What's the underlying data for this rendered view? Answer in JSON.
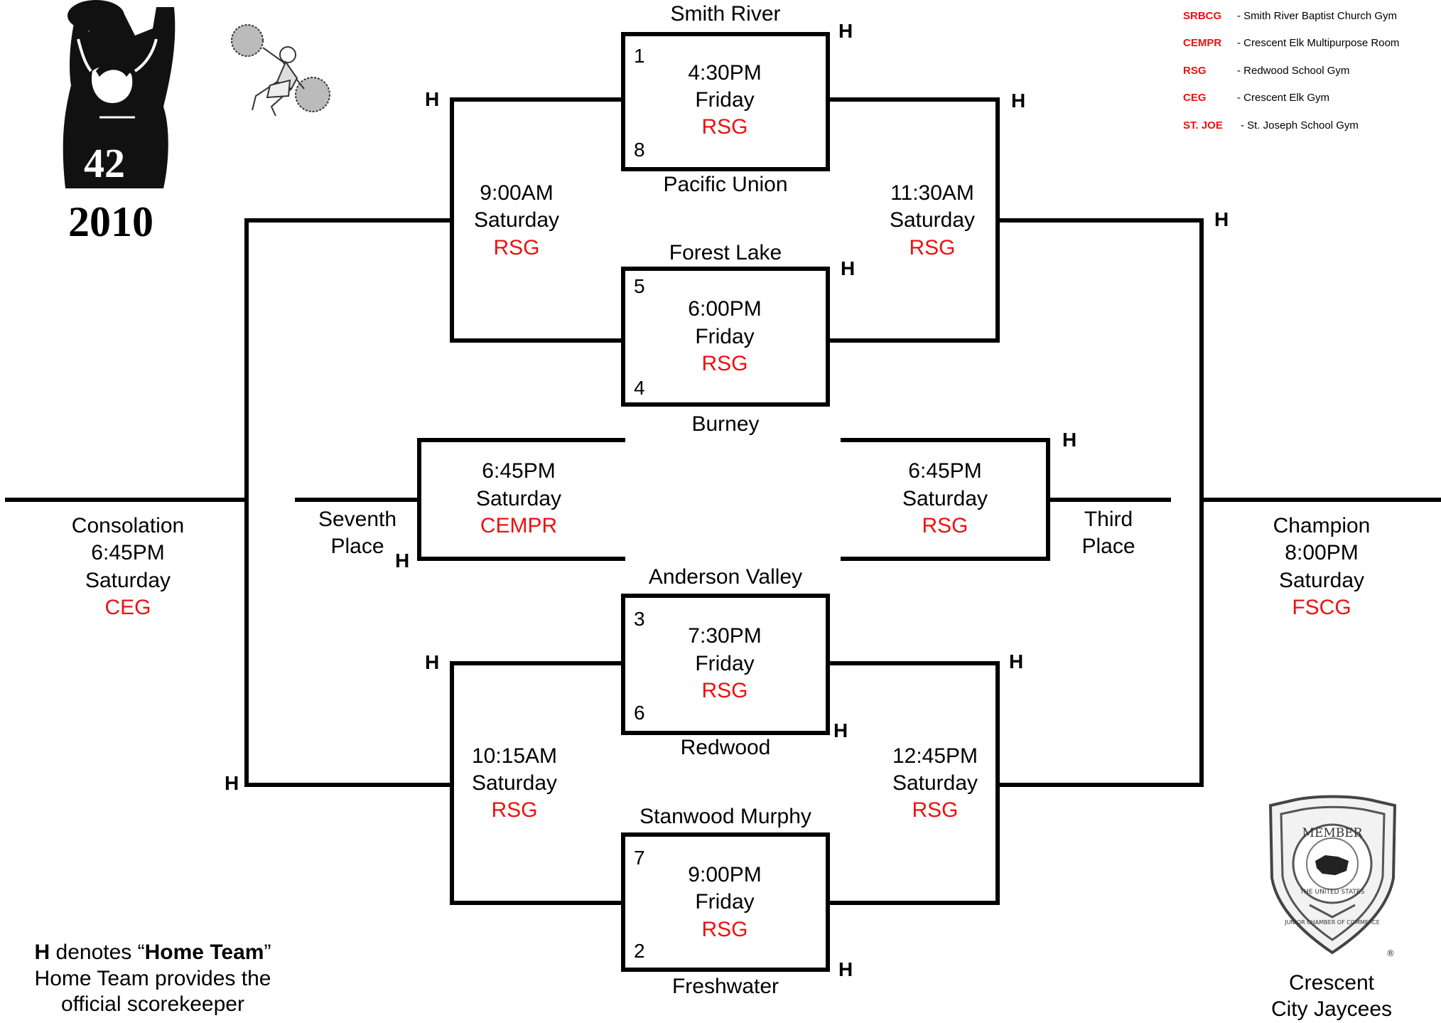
{
  "logo": {
    "number": "42",
    "year": "2010"
  },
  "games": {
    "g1": {
      "top_team": "Smith River",
      "bottom_team": "Pacific Union",
      "top_seed": "1",
      "bottom_seed": "8",
      "time": "4:30PM",
      "day": "Friday",
      "venue": "RSG"
    },
    "g2": {
      "top_team": "Forest Lake",
      "bottom_team": "Burney",
      "top_seed": "5",
      "bottom_seed": "4",
      "time": "6:00PM",
      "day": "Friday",
      "venue": "RSG"
    },
    "g3": {
      "top_team": "Anderson Valley",
      "bottom_team": "Redwood",
      "top_seed": "3",
      "bottom_seed": "6",
      "time": "7:30PM",
      "day": "Friday",
      "venue": "RSG"
    },
    "g4": {
      "top_team": "Stanwood Murphy",
      "bottom_team": "Freshwater",
      "top_seed": "7",
      "bottom_seed": "2",
      "time": "9:00PM",
      "day": "Friday",
      "venue": "RSG"
    },
    "cl1": {
      "time": "9:00AM",
      "day": "Saturday",
      "venue": "RSG"
    },
    "cl2": {
      "time": "10:15AM",
      "day": "Saturday",
      "venue": "RSG"
    },
    "semi1": {
      "time": "11:30AM",
      "day": "Saturday",
      "venue": "RSG"
    },
    "semi2": {
      "time": "12:45PM",
      "day": "Saturday",
      "venue": "RSG"
    },
    "seventh": {
      "time": "6:45PM",
      "day": "Saturday",
      "venue": "CEMPR",
      "label1": "Seventh",
      "label2": "Place"
    },
    "third": {
      "time": "6:45PM",
      "day": "Saturday",
      "venue": "RSG",
      "label1": "Third",
      "label2": "Place"
    },
    "consolation": {
      "label": "Consolation",
      "time": "6:45PM",
      "day": "Saturday",
      "venue": "CEG"
    },
    "champion": {
      "label": "Champion",
      "time": "8:00PM",
      "day": "Saturday",
      "venue": "FSCG"
    }
  },
  "home_marker": "H",
  "legend": [
    {
      "code": "SRBCG",
      "desc": "- Smith River Baptist Church Gym"
    },
    {
      "code": "CEMPR",
      "desc": "- Crescent Elk Multipurpose Room"
    },
    {
      "code": "RSG",
      "desc": "- Redwood School Gym"
    },
    {
      "code": "CEG",
      "desc": "- Crescent Elk Gym"
    },
    {
      "code": "ST. JOE",
      "desc": "- St. Joseph School Gym"
    }
  ],
  "footnote": {
    "h": "H",
    "denotes": " denotes “",
    "home_team": "Home Team",
    "close_quote": "”",
    "line2": "Home Team provides the",
    "line3": "official scorekeeper"
  },
  "seal": {
    "top": "MEMBER",
    "middle": "THE UNITED STATES",
    "bottom": "JUNIOR CHAMBER OF COMMERCE"
  },
  "sponsor": {
    "line1": "Crescent",
    "line2": "City Jaycees"
  },
  "colors": {
    "venue": "#ee1111",
    "line": "#000000"
  }
}
